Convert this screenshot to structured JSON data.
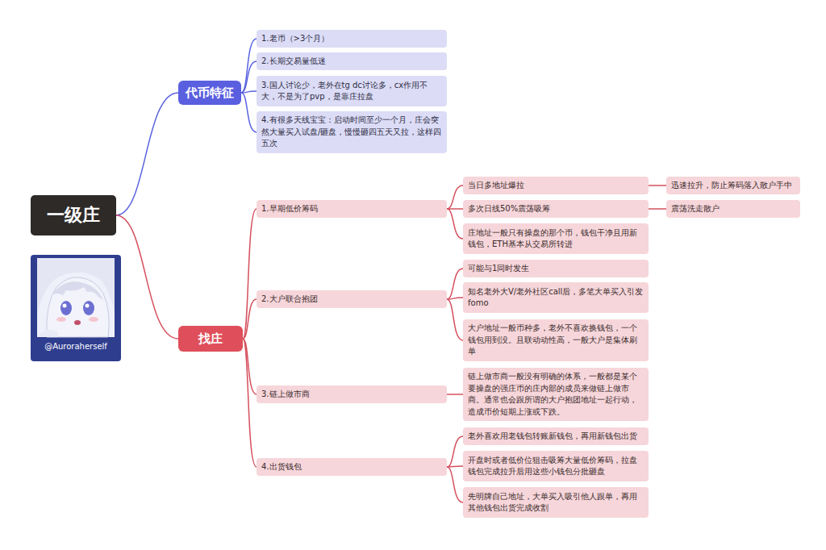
{
  "diagram": {
    "nodes": [
      {
        "text": [
          "一级庄"
        ]
      },
      {
        "text": [
          "代币特征"
        ]
      },
      {
        "text": [
          "1.老币（>3个月）"
        ]
      },
      {
        "text": [
          "2.长期交易量低迷"
        ]
      },
      {
        "text": [
          "3.国人讨论少，老外在tg dc讨论多，cx作用不大，不是为了pvp，是靠庄拉盘"
        ]
      },
      {
        "text": [
          "4.有很多天线宝宝：启动时间至少一个月，庄会突然大量买入试盘/砸盘，慢慢砸四五天又拉，这样四五次"
        ]
      },
      {
        "text": [
          "找庄"
        ]
      },
      {
        "text": [
          "1.早期低价筹码"
        ]
      },
      {
        "text": [
          "当日多地址爆拉"
        ]
      },
      {
        "text": [
          "迅速拉升，防止筹码落入散户手中"
        ]
      },
      {
        "text": [
          "多次日线50%震荡吸筹"
        ]
      },
      {
        "text": [
          "震荡洗走散户"
        ]
      },
      {
        "text": [
          "庄地址一般只有操盘的那个币，钱包干净且用新钱包，ETH基本从交易所转进"
        ]
      },
      {
        "text": [
          "2.大户联合抱团"
        ]
      },
      {
        "text": [
          "可能与1同时发生"
        ]
      },
      {
        "text": [
          "知名老外大V/老外社区call后，多笔大单买入引发fomo"
        ]
      },
      {
        "text": [
          "大户地址一般币种多，老外不喜欢换钱包，一个钱包用到没。且联动动性高，一般大户是集体刷单"
        ]
      },
      {
        "text": [
          "3.链上做市商"
        ]
      },
      {
        "text": [
          "链上做市商一般没有明确的体系，一般都是某个要操盘的强庄币的庄内部的成员来做链上做市商。通常也会跟所谓的大户抱团地址一起行动，造成币价短期上涨或下跌。"
        ]
      },
      {
        "text": [
          "4.出货钱包"
        ]
      },
      {
        "text": [
          "老外喜欢用老钱包转账新钱包，再用新钱包出货"
        ]
      },
      {
        "text": [
          "开盘时或者低价位狙击吸筹大量低价筹码，拉盘钱包完成拉升后用这些小钱包分批砸盘"
        ]
      },
      {
        "text": [
          "先明牌自己地址，大单买入吸引他人跟单，再用其他钱包出货完成收割"
        ]
      }
    ],
    "edges": [
      {
        "from": 0,
        "to": 1,
        "arrow": "none"
      },
      {
        "from": 1,
        "to": 2,
        "arrow": "none"
      },
      {
        "from": 1,
        "to": 3,
        "arrow": "none"
      },
      {
        "from": 1,
        "to": 4,
        "arrow": "none"
      },
      {
        "from": 1,
        "to": 5,
        "arrow": "none"
      },
      {
        "from": 0,
        "to": 6,
        "arrow": "none"
      },
      {
        "from": 6,
        "to": 7,
        "arrow": "none"
      },
      {
        "from": 7,
        "to": 8,
        "arrow": "none"
      },
      {
        "from": 8,
        "to": 9,
        "arrow": "none"
      },
      {
        "from": 7,
        "to": 10,
        "arrow": "none"
      },
      {
        "from": 10,
        "to": 11,
        "arrow": "none"
      },
      {
        "from": 7,
        "to": 12,
        "arrow": "none"
      },
      {
        "from": 6,
        "to": 13,
        "arrow": "none"
      },
      {
        "from": 13,
        "to": 14,
        "arrow": "none"
      },
      {
        "from": 13,
        "to": 15,
        "arrow": "none"
      },
      {
        "from": 13,
        "to": 16,
        "arrow": "none"
      },
      {
        "from": 6,
        "to": 17,
        "arrow": "none"
      },
      {
        "from": 17,
        "to": 18,
        "arrow": "none"
      },
      {
        "from": 6,
        "to": 19,
        "arrow": "none"
      },
      {
        "from": 19,
        "to": 20,
        "arrow": "none"
      },
      {
        "from": 19,
        "to": 21,
        "arrow": "none"
      },
      {
        "from": 19,
        "to": 22,
        "arrow": "none"
      }
    ],
    "labels": [
      "@Auroraherself"
    ]
  }
}
